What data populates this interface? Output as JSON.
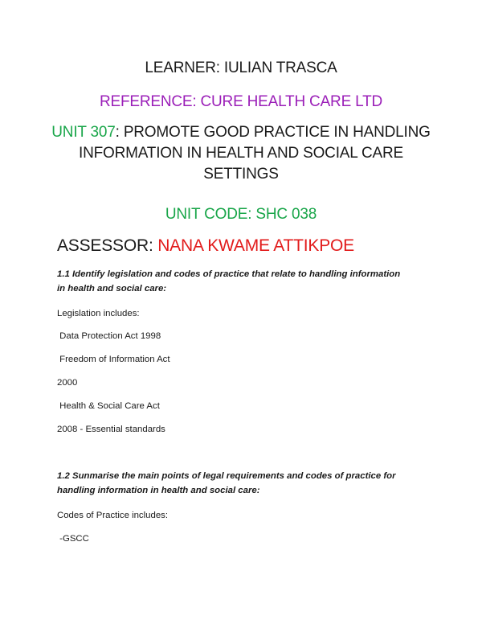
{
  "learner": "LEARNER: IULIAN TRASCA",
  "reference": "REFERENCE: CURE HEALTH CARE LTD",
  "unit": {
    "number": "UNIT 307",
    "title_line1": ": PROMOTE GOOD PRACTICE IN HANDLING",
    "title_line2": "INFORMATION IN HEALTH AND SOCIAL CARE",
    "title_line3": "SETTINGS"
  },
  "unit_code": "UNIT CODE: SHC 038",
  "assessor": {
    "label": "ASSESSOR: ",
    "name": "NANA KWAME ATTIKPOE"
  },
  "section1": {
    "heading_line1": "1.1 Identify legislation and codes of practice that relate to handling information",
    "heading_line2": "in health and social care:",
    "lines": [
      "Legislation includes:",
      " Data Protection Act 1998",
      " Freedom of Information Act",
      "2000",
      " Health & Social Care Act",
      "2008 - Essential standards"
    ]
  },
  "section2": {
    "heading_line1": "1.2 Sunmarise the main points of legal requirements and codes of practice for",
    "heading_line2": "handling information in health and social care:",
    "lines": [
      "Codes of Practice includes:",
      " -GSCC"
    ]
  },
  "colors": {
    "reference": "#9b1fb8",
    "unit_number": "#1aa64a",
    "unit_code": "#1aa64a",
    "assessor_name": "#e21b1b"
  }
}
